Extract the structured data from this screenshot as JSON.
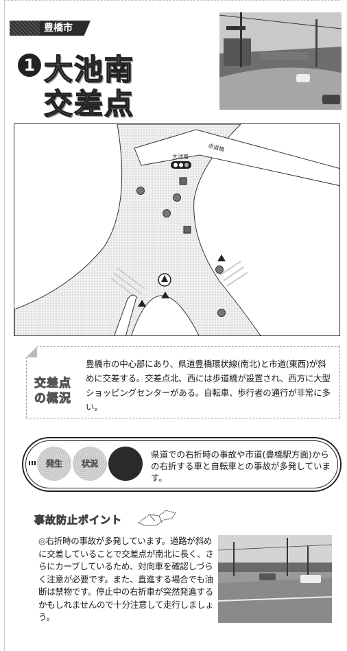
{
  "city": "豊橋市",
  "title": {
    "number": "1",
    "line1": "大池南",
    "line2": "交差点"
  },
  "map": {
    "bridge_label": "歩道橋",
    "signal_label": "大池南"
  },
  "overview": {
    "label_line1": "交差点",
    "label_line2": "の概況",
    "text": "豊橋市の中心部にあり、県道豊橋環状線(南北)と市道(東西)が斜めに交差する。交差点北、西には歩道橋が設置され、西方に大型ショッピングセンターがある。自転車、歩行者の通行が非常に多い。"
  },
  "cause": {
    "circle1": "発生",
    "circle2": "状況",
    "text": "県道での右折時の事故や市道(豊橋駅方面)からの右折する車と自転車との事故が多発しています。"
  },
  "points": {
    "heading": "事故防止ポイント",
    "bullet": "◎",
    "text": "右折時の事故が多発しています。道路が斜めに交差していることで交差点が南北に長く、さらにカーブしているため、対向車を確認しづらく注意が必要です。また、直進する場合でも油断は禁物です。停止中の右折車が突然発進するかもしれませんので十分注意して走行しましょう。"
  }
}
